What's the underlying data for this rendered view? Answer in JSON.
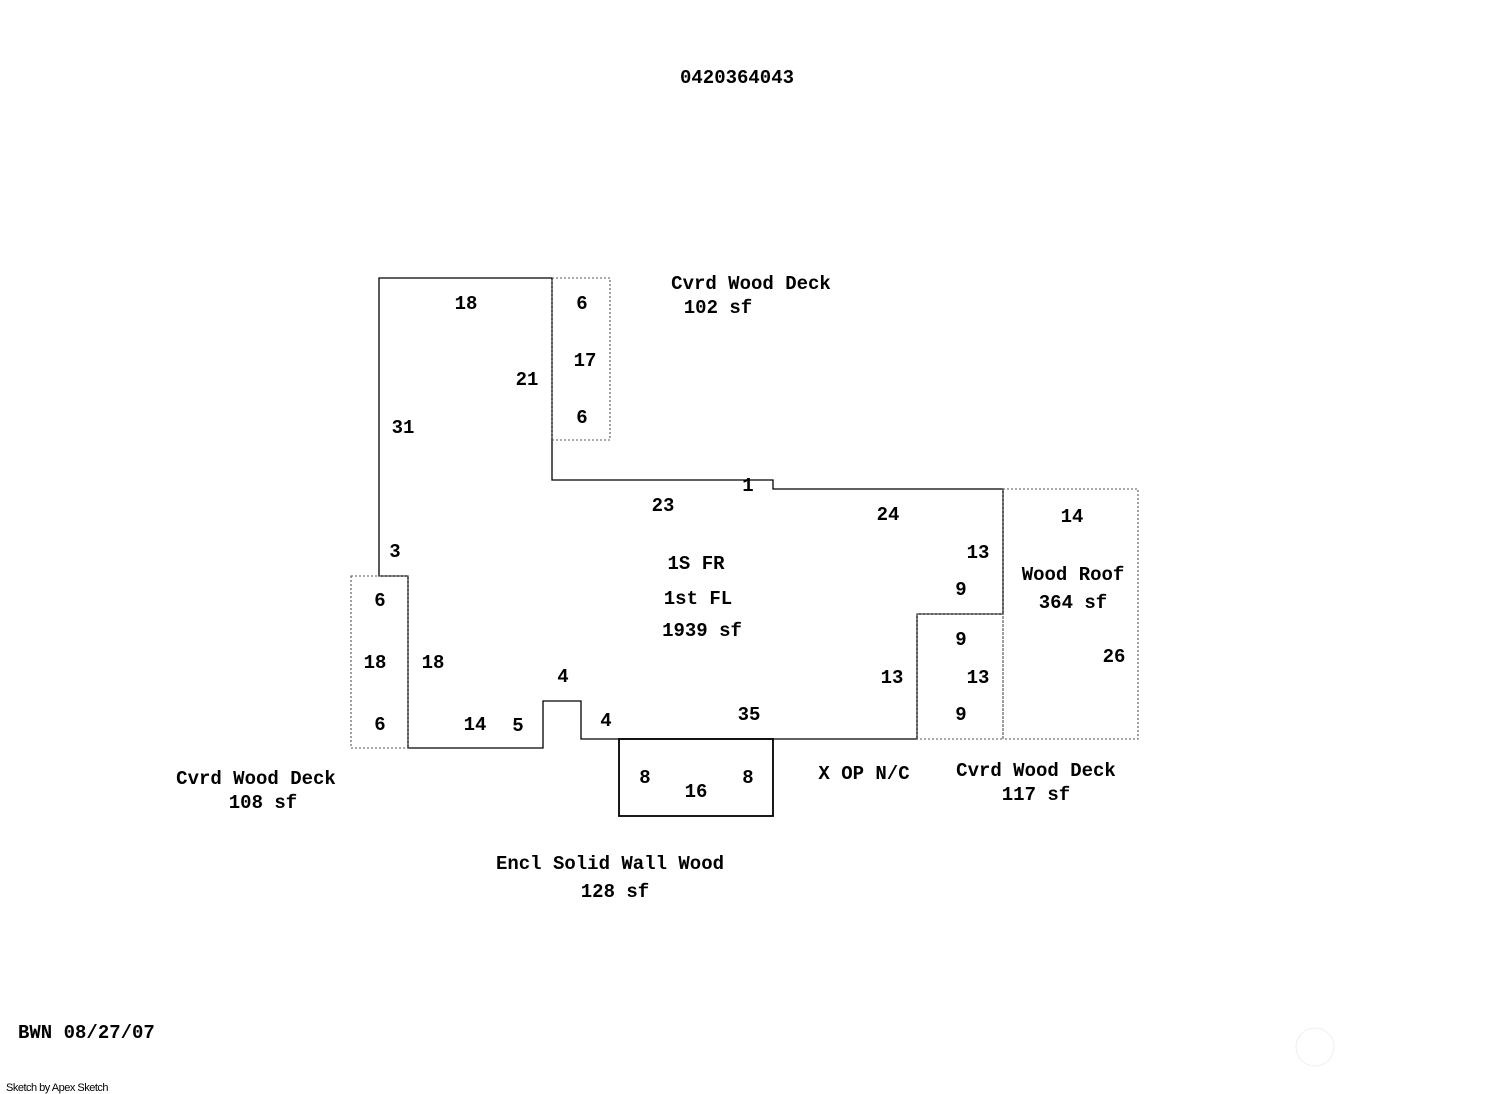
{
  "header": {
    "parcel_id": "0420364043"
  },
  "areas": {
    "main": {
      "line1": "1S FR",
      "line2": "1st FL",
      "area": "1939 sf"
    },
    "deck_top": {
      "label": "Cvrd Wood Deck",
      "area": "102 sf"
    },
    "deck_left": {
      "label": "Cvrd Wood Deck",
      "area": "108 sf"
    },
    "deck_right": {
      "label": "Cvrd Wood Deck",
      "area": "117 sf"
    },
    "wood_roof": {
      "label": "Wood Roof",
      "area": "364 sf"
    },
    "encl": {
      "label": "Encl Solid Wall Wood",
      "area": "128 sf"
    },
    "op": {
      "label": "X OP N/C"
    }
  },
  "dimensions": {
    "main_top": "18",
    "main_left": "31",
    "main_notch_inner": "21",
    "main_mid_top": "23",
    "main_jog": "1",
    "main_right_top": "24",
    "main_right_upper": "13",
    "main_step_top": "9",
    "main_step_side": "13",
    "main_bottom_right": "35",
    "main_bump_top": "4",
    "main_bump_right": "4",
    "main_bump_left": "5",
    "main_bottom_left": "14",
    "main_left_lower": "18",
    "main_left_step": "3",
    "deck_top_top": "6",
    "deck_top_side": "17",
    "deck_top_bottom": "6",
    "deck_left_top": "6",
    "deck_left_side": "18",
    "deck_left_bottom": "6",
    "deck_right_top": "9",
    "deck_right_side": "13",
    "deck_right_bottom": "9",
    "roof_top": "14",
    "roof_side": "26",
    "encl_left": "8",
    "encl_right": "8",
    "encl_bottom": "16"
  },
  "footer": {
    "initials_date": "BWN 08/27/07",
    "credit": "Sketch by Apex Sketch"
  }
}
